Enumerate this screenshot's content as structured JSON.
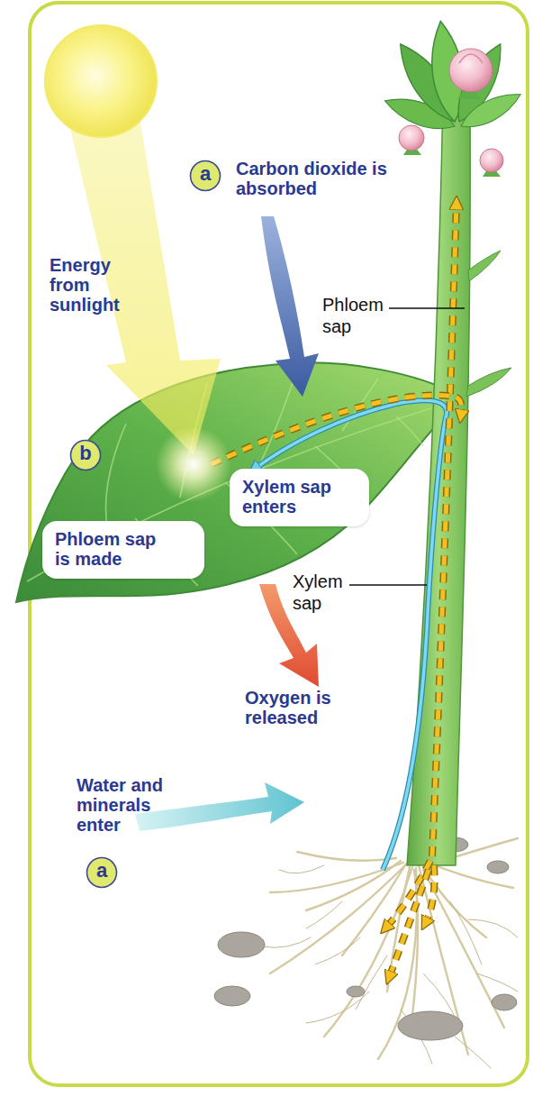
{
  "diagram": {
    "nodes": [
      {
        "text": [
          "a"
        ]
      },
      {
        "text": [
          "b"
        ]
      },
      {
        "text": [
          "Xylem sap enters"
        ]
      },
      {
        "text": [
          "Phloem sap is made"
        ]
      },
      {
        "text": [
          "a"
        ]
      }
    ],
    "labels": [
      "Carbon dioxide is absorbed",
      "Energy from sunlight",
      "Phloem sap",
      "Xylem sap",
      "Oxygen is released",
      "Water and minerals enter"
    ]
  }
}
